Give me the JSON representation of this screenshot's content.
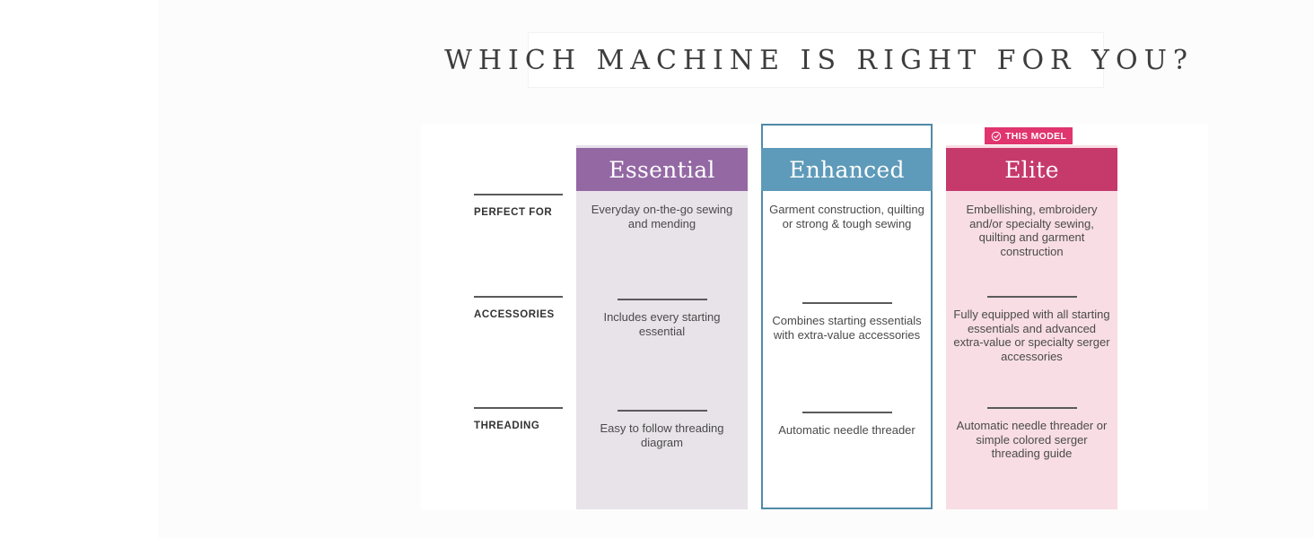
{
  "header": {
    "title": "WHICH MACHINE IS RIGHT FOR YOU?"
  },
  "badge": {
    "label": "THIS MODEL",
    "icon": "check-circle-icon",
    "color": "#e0356e",
    "attached_to": "Elite"
  },
  "table": {
    "row_labels": [
      "PERFECT FOR",
      "ACCESSORIES",
      "THREADING"
    ],
    "columns": [
      {
        "name": "Essential",
        "header_color": "#9368a3",
        "body_color": "#e8e2e9",
        "cells": [
          "Everyday on-the-go sewing and mending",
          "Includes every starting essential",
          "Easy to follow threading diagram"
        ]
      },
      {
        "name": "Enhanced",
        "header_color": "#5e9ab9",
        "body_color": "#ffffff",
        "border_color": "#4f8aa8",
        "cells": [
          "Garment construction, quilting or strong & tough sewing",
          "Combines starting essentials with extra-value accessories",
          "Automatic needle threader"
        ]
      },
      {
        "name": "Elite",
        "header_color": "#c6396b",
        "body_color": "#f8dde4",
        "cells": [
          "Embellishing, embroidery and/or specialty sewing, quilting and garment construction",
          "Fully equipped with all starting essentials and advanced extra-value or specialty serger accessories",
          "Automatic needle threader or simple colored serger threading guide"
        ]
      }
    ]
  }
}
